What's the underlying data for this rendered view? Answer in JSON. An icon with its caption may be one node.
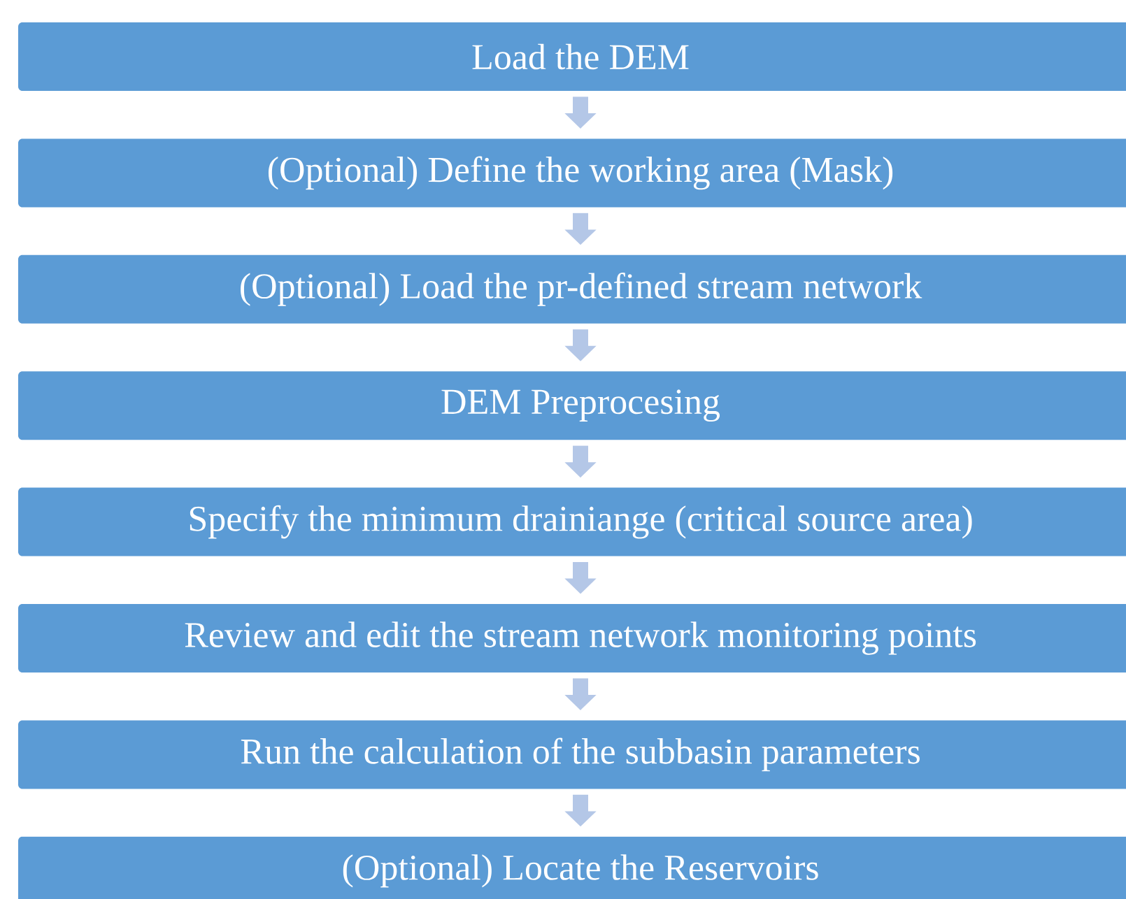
{
  "diagram": {
    "nodes": [
      {
        "text": [
          "Load the DEM"
        ]
      },
      {
        "text": [
          "(Optional) Define the working area (Mask)"
        ]
      },
      {
        "text": [
          "(Optional) Load the pr-defined stream network"
        ]
      },
      {
        "text": [
          "DEM Preprocesing"
        ]
      },
      {
        "text": [
          "Specify the minimum drainiange (critical source area)"
        ]
      },
      {
        "text": [
          "Review and edit the stream network monitoring points"
        ]
      },
      {
        "text": [
          "Run the calculation of the subbasin parameters"
        ]
      },
      {
        "text": [
          "(Optional) Locate the Reservoirs"
        ]
      }
    ],
    "edges": [
      {
        "from": 0,
        "to": 1,
        "arrow": "to"
      },
      {
        "from": 1,
        "to": 2,
        "arrow": "to"
      },
      {
        "from": 2,
        "to": 3,
        "arrow": "to"
      },
      {
        "from": 3,
        "to": 4,
        "arrow": "to"
      },
      {
        "from": 4,
        "to": 5,
        "arrow": "to"
      },
      {
        "from": 5,
        "to": 6,
        "arrow": "to"
      },
      {
        "from": 6,
        "to": 7,
        "arrow": "to"
      }
    ]
  }
}
